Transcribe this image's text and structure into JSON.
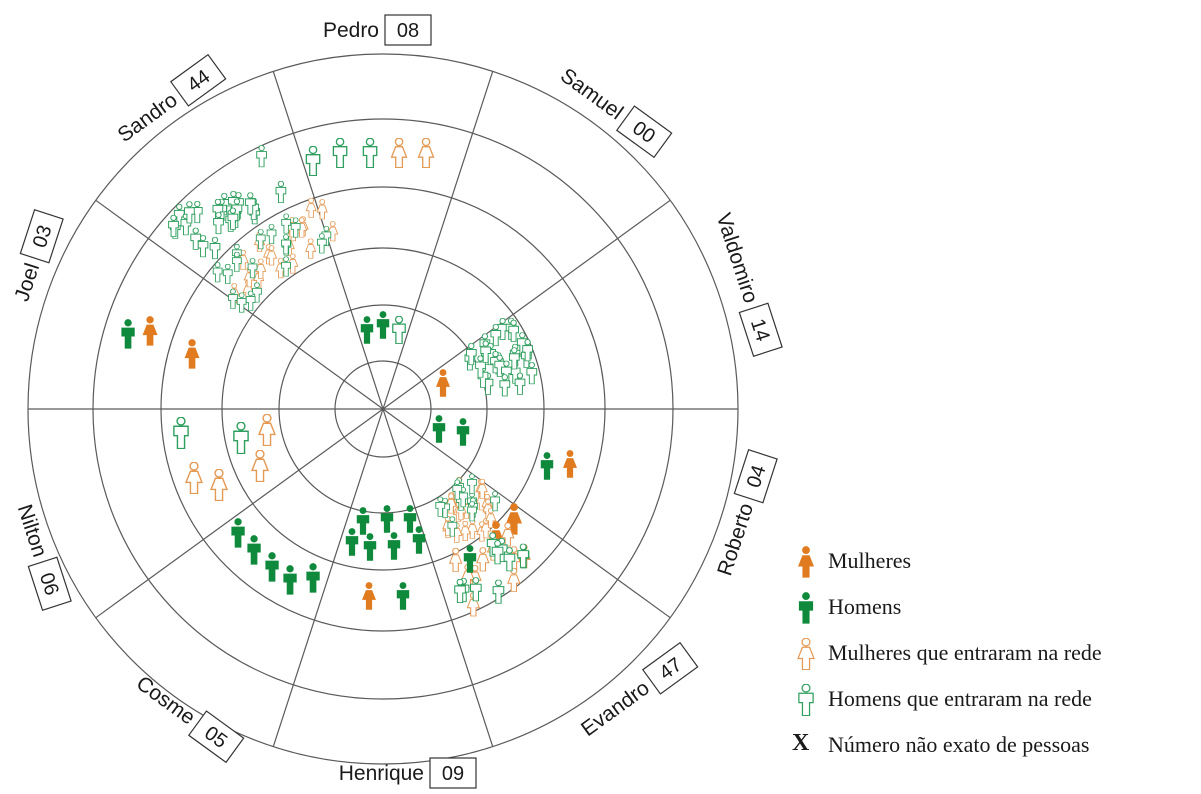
{
  "colors": {
    "women": "#e07b1f",
    "men": "#0f8a3c",
    "women_new": "#e49a55",
    "men_new": "#2f9f5f",
    "lines": "#5a5a5a"
  },
  "sectors": [
    {
      "name": "Pedro",
      "count": "08"
    },
    {
      "name": "Samuel",
      "count": "00"
    },
    {
      "name": "Valdomiro",
      "count": "14"
    },
    {
      "name": "Roberto",
      "count": "04"
    },
    {
      "name": "Evandro",
      "count": "47"
    },
    {
      "name": "Henrique",
      "count": "09"
    },
    {
      "name": "Cosme",
      "count": "05"
    },
    {
      "name": "Nilton",
      "count": "06"
    },
    {
      "name": "Joel",
      "count": "03"
    },
    {
      "name": "Sandro",
      "count": "44"
    }
  ],
  "legend": [
    {
      "icon": "woman-filled-icon",
      "label": "Mulheres"
    },
    {
      "icon": "man-filled-icon",
      "label": "Homens"
    },
    {
      "icon": "woman-outline-icon",
      "label": "Mulheres que entraram na rede"
    },
    {
      "icon": "man-outline-icon",
      "label": "Homens que entraram na rede"
    },
    {
      "icon": "x-mark",
      "label": "Número não exato de pessoas",
      "symbol": "X"
    }
  ]
}
